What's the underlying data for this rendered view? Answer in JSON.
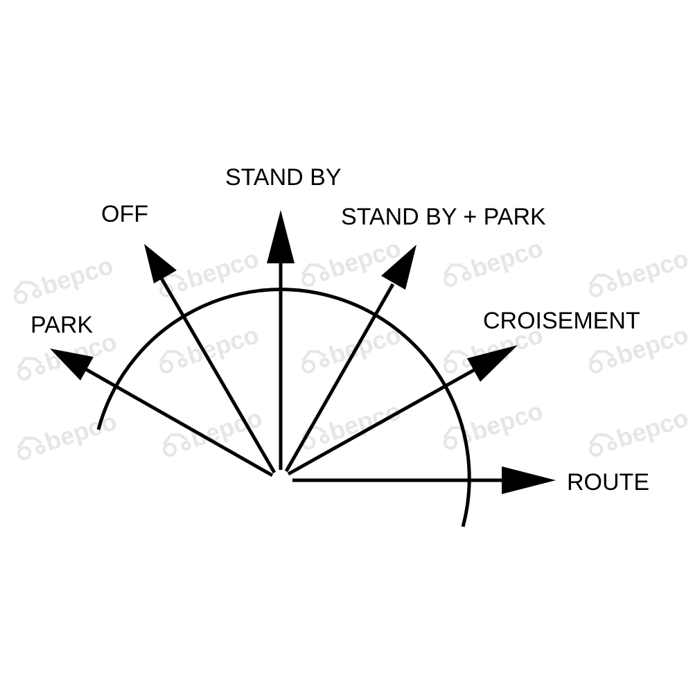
{
  "diagram": {
    "positions": [
      {
        "key": "park",
        "label": "PARK"
      },
      {
        "key": "off",
        "label": "OFF"
      },
      {
        "key": "stand_by",
        "label": "STAND BY"
      },
      {
        "key": "stand_by_park",
        "label": "STAND BY + PARK"
      },
      {
        "key": "croisement",
        "label": "CROISEMENT"
      },
      {
        "key": "route",
        "label": "ROUTE"
      }
    ]
  },
  "watermark": {
    "text": "bepco"
  },
  "colors": {
    "line": "#000000",
    "background": "#ffffff",
    "watermark": "#e6e6e6"
  }
}
